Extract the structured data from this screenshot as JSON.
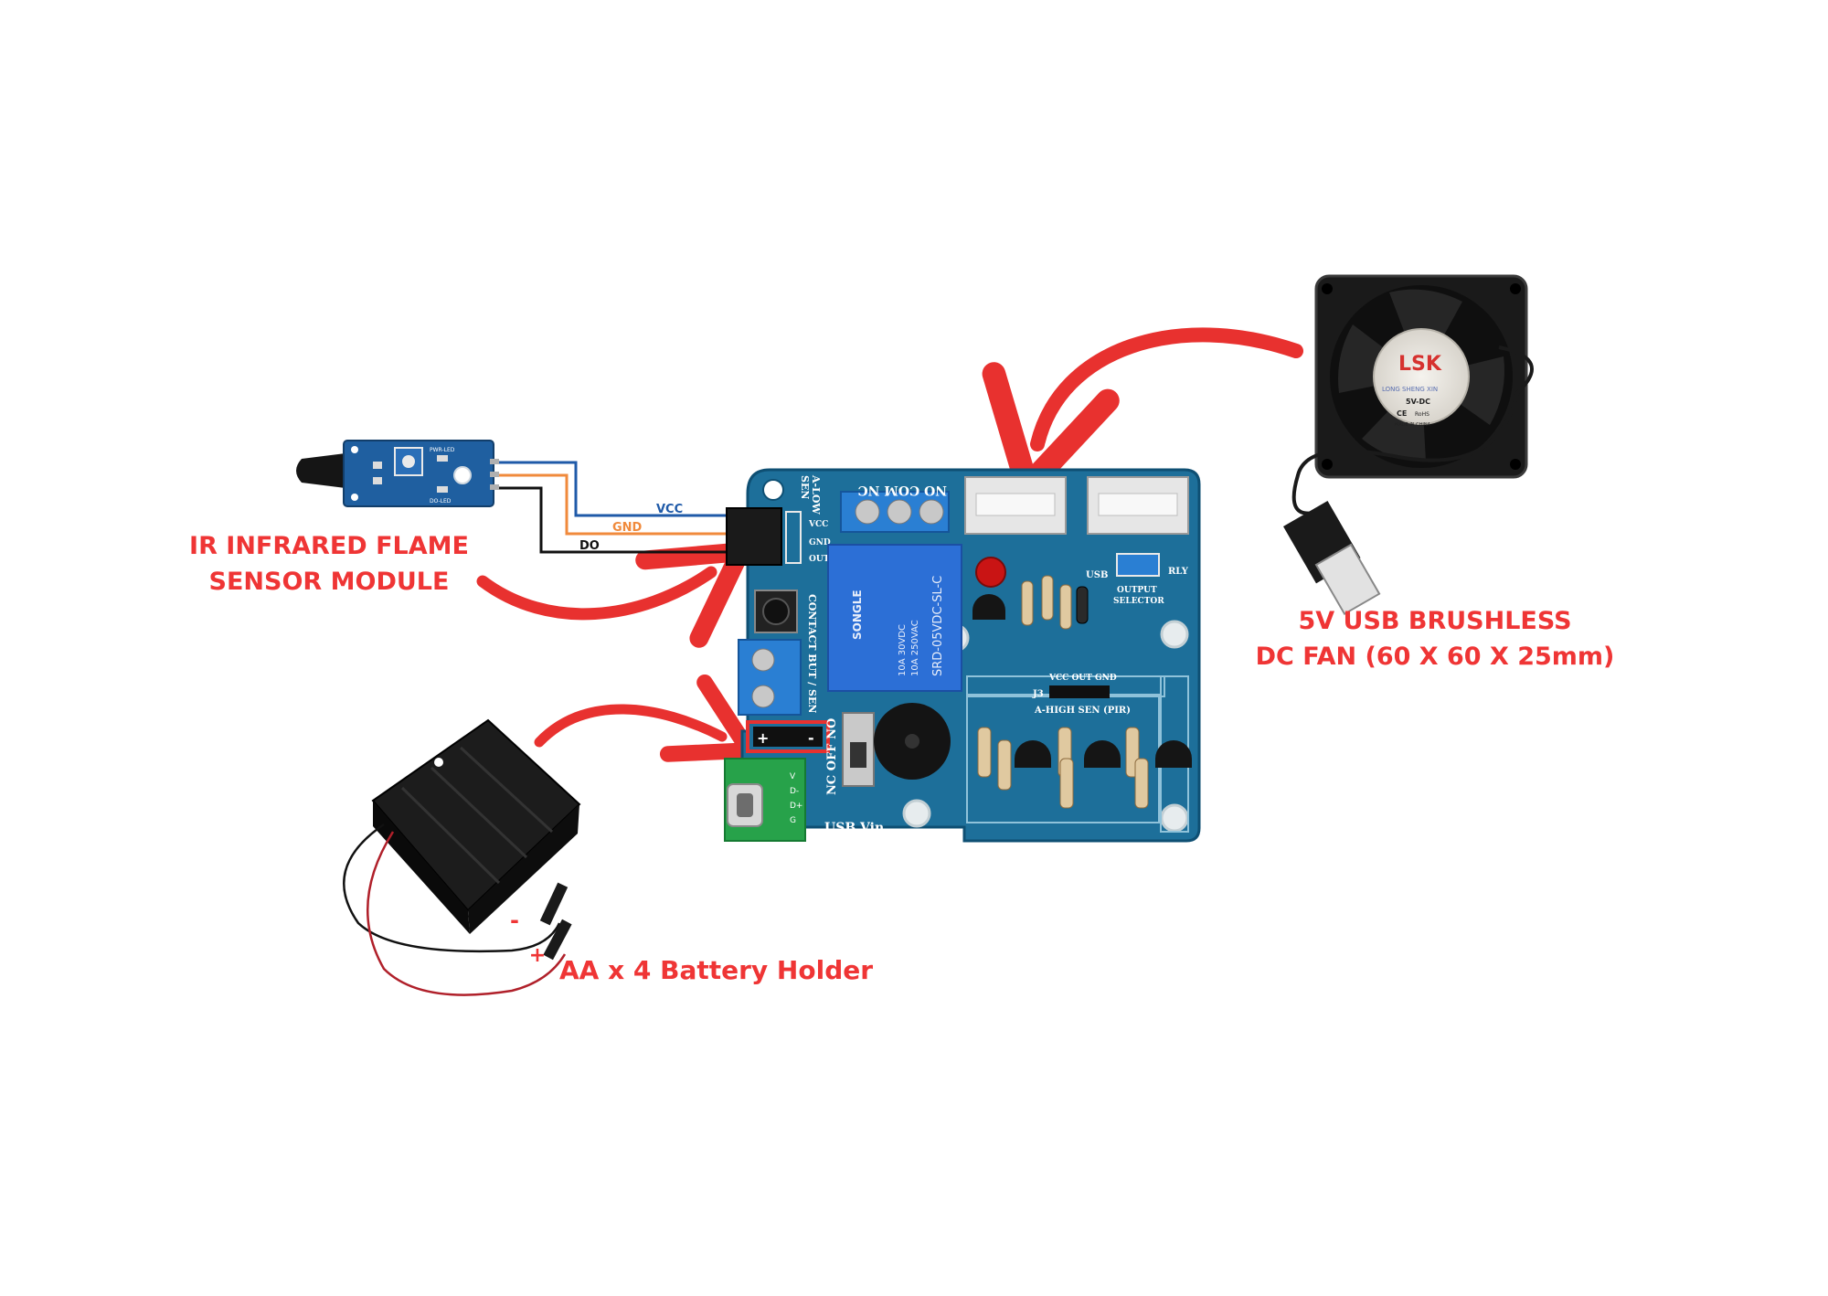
{
  "colors": {
    "label_red": "#ef3535",
    "arrow_red": "#e8312f",
    "pcb_blue": "#1d6f9a",
    "vcc_wire": "#1f5aa8",
    "gnd_wire": "#f08a3c",
    "do_wire": "#111111"
  },
  "labels": {
    "flame_sensor": [
      "IR INFRARED FLAME",
      "SENSOR MODULE"
    ],
    "fan": [
      "5V USB BRUSHLESS",
      "DC FAN (60 X 60 X 25mm)"
    ],
    "battery": "AA x 4 Battery Holder",
    "battery_minus": "-",
    "battery_plus": "+"
  },
  "wires": {
    "vcc": "VCC",
    "gnd": "GND",
    "do": "DO"
  },
  "board": {
    "relay_terminals": "NO COM NC",
    "sensor_header": [
      "A-LOW",
      "SEN"
    ],
    "sensor_pins": [
      "VCC",
      "GND",
      "OUT"
    ],
    "contact_label": "CONTACT BUT / SEN",
    "relay_text": [
      "SONGLE",
      "SRD-05VDC-SL-C",
      "10A 250VAC",
      "10A 30VDC"
    ],
    "switch_label": "NC OFF NO",
    "usb_vin": "USB Vin",
    "usb_label": "USB",
    "rly_label": "RLY",
    "output_selector": [
      "OUTPUT",
      "SELECTOR"
    ],
    "j3_pins": "VCC OUT GND",
    "j3": "J3",
    "a_high": "A-HIGH SEN (PIR)",
    "bat_plus": "+",
    "bat_minus": "-",
    "typec_pins": [
      "V",
      "D-",
      "D+",
      "G"
    ]
  },
  "fan": {
    "brand": "LSK",
    "maker": "LONG SHENG XIN",
    "voltage": "5V-DC",
    "ce": "CE",
    "rohs": "RoHS",
    "origin": "MADE IN CHINA"
  },
  "sensor_module": {
    "pwr_led": "PWR-LED",
    "do_led": "DO-LED"
  }
}
